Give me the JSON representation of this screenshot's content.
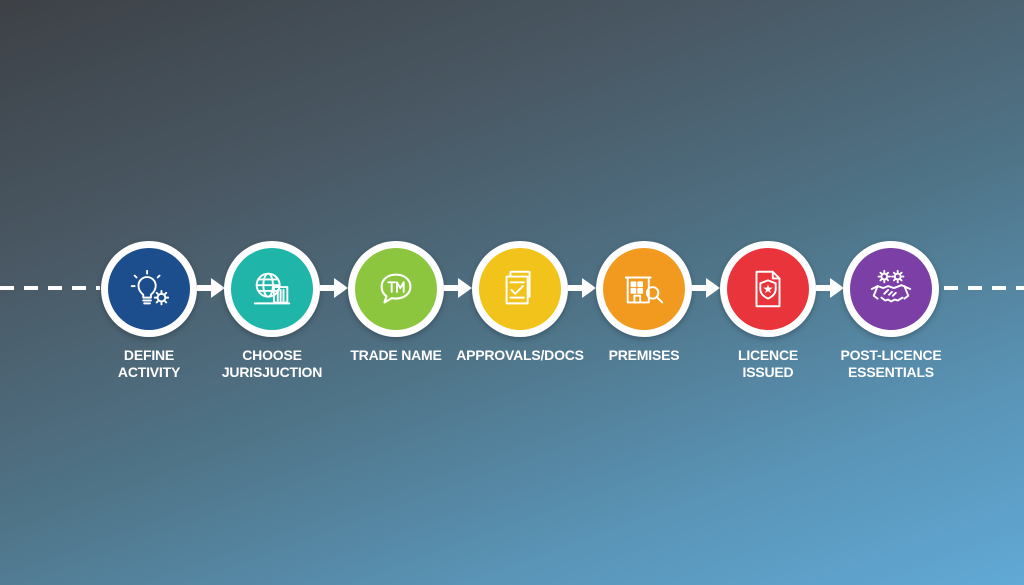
{
  "steps": [
    {
      "label_line1": "DEFINE",
      "label_line2": "ACTIVITY",
      "color": "#1c4d8c",
      "icon": "lightbulb-gear-icon"
    },
    {
      "label_line1": "CHOOSE",
      "label_line2": "JURISJUCTION",
      "color": "#1fb5a8",
      "icon": "globe-building-icon"
    },
    {
      "label_line1": "TRADE NAME",
      "label_line2": "",
      "color": "#8cc63f",
      "icon": "trademark-speech-icon"
    },
    {
      "label_line1": "APPROVALS/DOCS",
      "label_line2": "",
      "color": "#f2c31a",
      "icon": "documents-check-icon"
    },
    {
      "label_line1": "PREMISES",
      "label_line2": "",
      "color": "#f29a1f",
      "icon": "building-magnifier-icon"
    },
    {
      "label_line1": "LICENCE",
      "label_line2": "ISSUED",
      "color": "#e8343a",
      "icon": "licence-shield-icon"
    },
    {
      "label_line1": "POST-LICENCE",
      "label_line2": "ESSENTIALS",
      "color": "#7b3fa6",
      "icon": "handshake-gears-icon"
    }
  ]
}
